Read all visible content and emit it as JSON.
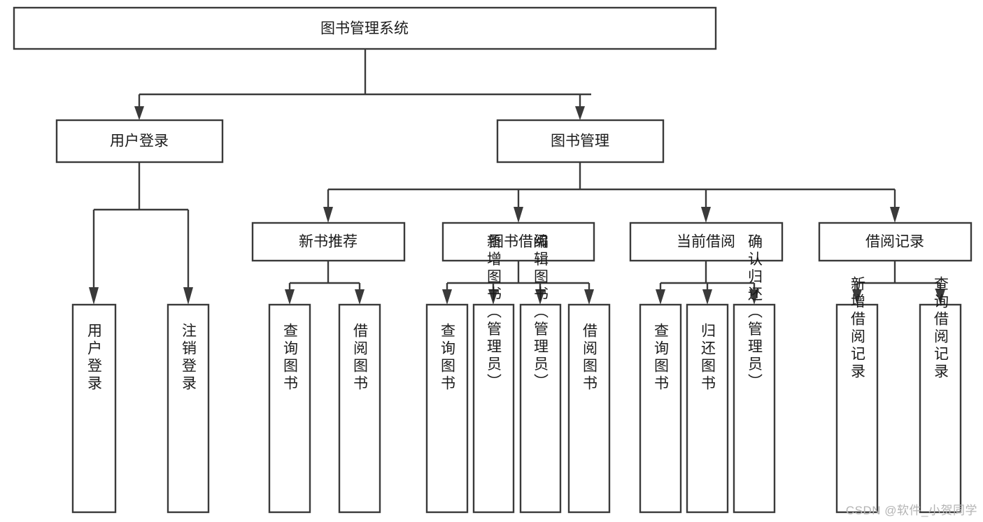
{
  "diagram": {
    "title": "图书管理系统",
    "type": "tree",
    "orientation": "top-down",
    "colors": {
      "box_fill": "#ffffff",
      "box_stroke": "#3a3a3a",
      "text": "#1b1b1b",
      "watermark": "#b4b4b4",
      "background": "#ffffff"
    },
    "root": {
      "label": "图书管理系统"
    },
    "level2": [
      {
        "label": "用户登录"
      },
      {
        "label": "图书管理"
      }
    ],
    "level3": [
      {
        "label": "新书推荐"
      },
      {
        "label": "图书借阅"
      },
      {
        "label": "当前借阅"
      },
      {
        "label": "借阅记录"
      }
    ],
    "leaves": {
      "user_login": [
        {
          "label": "用户登录"
        },
        {
          "label": "注销登录"
        }
      ],
      "new_book_recommend": [
        {
          "label": "查询图书"
        },
        {
          "label": "借阅图书"
        }
      ],
      "book_borrow": [
        {
          "label": "查询图书"
        },
        {
          "label": "新增图书（管理员）"
        },
        {
          "label": "编辑图书（管理员）"
        },
        {
          "label": "借阅图书"
        }
      ],
      "current_borrow": [
        {
          "label": "查询图书"
        },
        {
          "label": "归还图书"
        },
        {
          "label": "确认归还（管理员）"
        }
      ],
      "borrow_record": [
        {
          "label": "新增借阅记录"
        },
        {
          "label": "查询借阅记录"
        }
      ]
    }
  },
  "watermark": {
    "text": "CSDN @软件_小贺同学"
  }
}
